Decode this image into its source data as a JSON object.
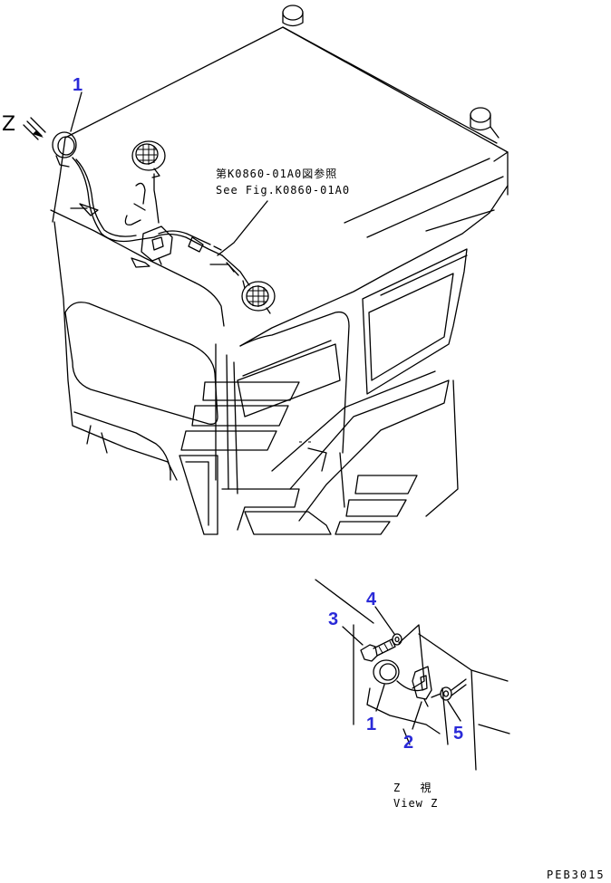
{
  "callouts": {
    "main_lamp": "1",
    "detail_lamp": "1",
    "bracket": "2",
    "bolt": "3",
    "washer": "4",
    "grommet": "5"
  },
  "reference": {
    "jp": "第K0860-01A0図参照",
    "en": "See Fig.K0860-01A0"
  },
  "view_arrow_label": "Z",
  "view_caption": {
    "jp": "Z　 視",
    "en": "View Z"
  },
  "drawing_code": "PEB3015"
}
